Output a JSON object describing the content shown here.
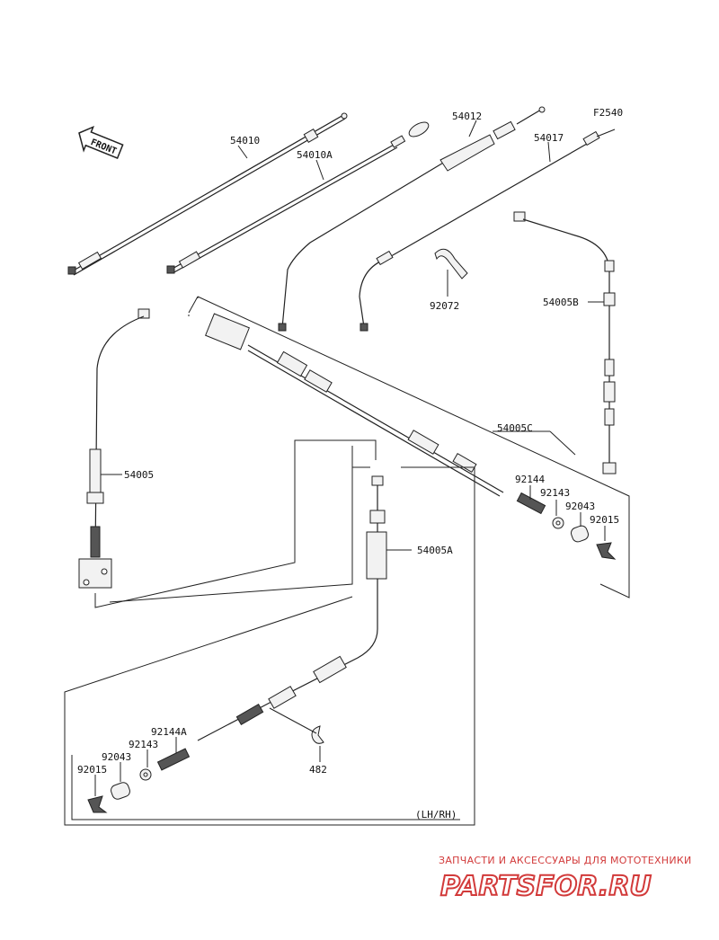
{
  "figure_code": "F2540",
  "front_label": "FRONT",
  "variant_note": "(LH/RH)",
  "parts": {
    "p54010": "54010",
    "p54010A": "54010A",
    "p54012": "54012",
    "p54017": "54017",
    "p92072": "92072",
    "p54005B": "54005B",
    "p54005": "54005",
    "p54005C": "54005C",
    "p92144": "92144",
    "p92143": "92143",
    "p92043": "92043",
    "p92015": "92015",
    "p54005A": "54005A",
    "p92144A": "92144A",
    "p92143b": "92143",
    "p92043b": "92043",
    "p92015b": "92015",
    "p482": "482"
  },
  "watermark": {
    "tagline": "ЗАПЧАСТИ И АКСЕССУАРЫ ДЛЯ МОТОТЕХНИКИ",
    "brand": "PARTSFOR.RU"
  }
}
